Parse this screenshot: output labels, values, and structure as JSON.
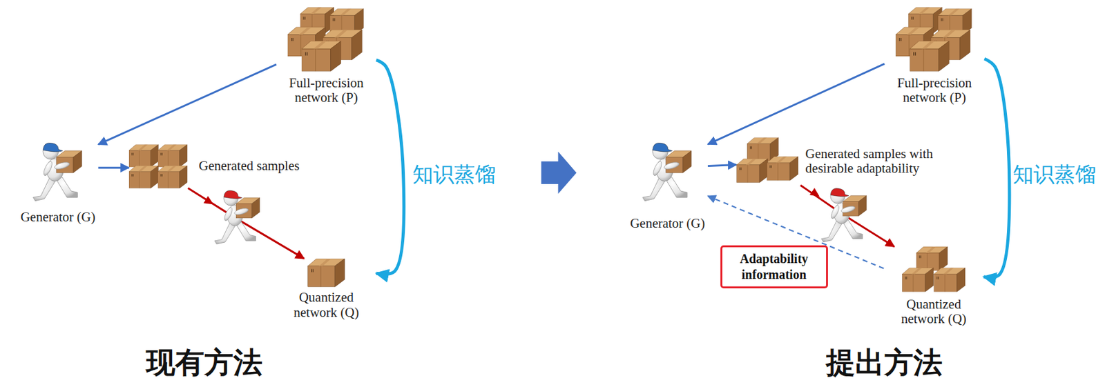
{
  "diagram": {
    "nodes": [
      {
        "text": [
          "Full-precision network (P)"
        ]
      },
      {
        "text": [
          "Generator (G)"
        ]
      },
      {
        "text": [
          "Generated samples"
        ]
      },
      {
        "text": [
          "Quantized network (Q)"
        ]
      },
      {
        "text": [
          "Full-precision network (P)"
        ]
      },
      {
        "text": [
          "Generator (G)"
        ]
      },
      {
        "text": [
          "Generated samples with desirable adaptability"
        ]
      },
      {
        "text": [
          "Quantized network (Q)"
        ]
      }
    ],
    "edges": [
      {
        "from": 0,
        "to": 1,
        "arrow": "to"
      },
      {
        "from": 1,
        "to": 2,
        "arrow": "to"
      },
      {
        "from": 2,
        "to": 3,
        "arrow": "to"
      },
      {
        "from": 0,
        "to": 3,
        "arrow": "to",
        "label": "知识蒸馏"
      },
      {
        "from": 4,
        "to": 5,
        "arrow": "to"
      },
      {
        "from": 5,
        "to": 6,
        "arrow": "to"
      },
      {
        "from": 6,
        "to": 7,
        "arrow": "to"
      },
      {
        "from": 4,
        "to": 7,
        "arrow": "to",
        "label": "知识蒸馏"
      },
      {
        "from": 7,
        "to": 5,
        "arrow": "to",
        "label": "Adaptability information"
      }
    ],
    "labels": [
      "现有方法",
      "提出方法"
    ]
  }
}
